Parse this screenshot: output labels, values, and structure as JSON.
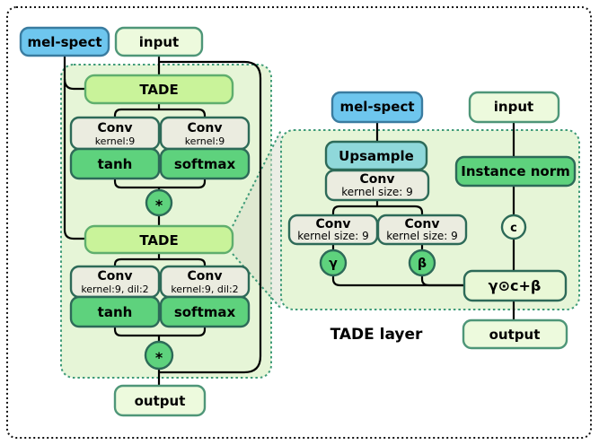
{
  "colors": {
    "blue": "#6ec6ee",
    "light_green": "#edfadd",
    "container_green": "#e6f5d7",
    "tade_green": "#c9f39a",
    "conv_gray": "#ebece0",
    "green": "#5ed27d",
    "teal_blue": "#8fd8da",
    "affine_green": "#e9f8d6",
    "lens_gray": "#d7decb",
    "border_dark": "#2d6a58",
    "border_mid": "#4e9678",
    "border_blue": "#3a7ca0",
    "container_border": "#3f9b78",
    "wire": "#000000"
  },
  "left_diagram": {
    "mel_spect": "mel-spect",
    "input": "input",
    "block1": {
      "tade": "TADE",
      "conv_left_title": "Conv",
      "conv_left_sub": "kernel:9",
      "conv_right_title": "Conv",
      "conv_right_sub": "kernel:9",
      "tanh": "tanh",
      "softmax": "softmax",
      "mult": "*"
    },
    "block2": {
      "tade": "TADE",
      "conv_left_title": "Conv",
      "conv_left_sub": "kernel:9, dil:2",
      "conv_right_title": "Conv",
      "conv_right_sub": "kernel:9, dil:2",
      "tanh": "tanh",
      "softmax": "softmax",
      "mult": "*"
    },
    "output": "output"
  },
  "right_diagram": {
    "mel_spect": "mel-spect",
    "input": "input",
    "upsample": "Upsample",
    "conv_top_title": "Conv",
    "conv_top_sub": "kernel size: 9",
    "conv_left_title": "Conv",
    "conv_left_sub": "kernel size: 9",
    "conv_right_title": "Conv",
    "conv_right_sub": "kernel size: 9",
    "gamma": "γ",
    "beta": "β",
    "instance_norm": "Instance norm",
    "concat": "c",
    "affine": "γ⊙c+β",
    "output": "output",
    "caption": "TADE layer"
  }
}
